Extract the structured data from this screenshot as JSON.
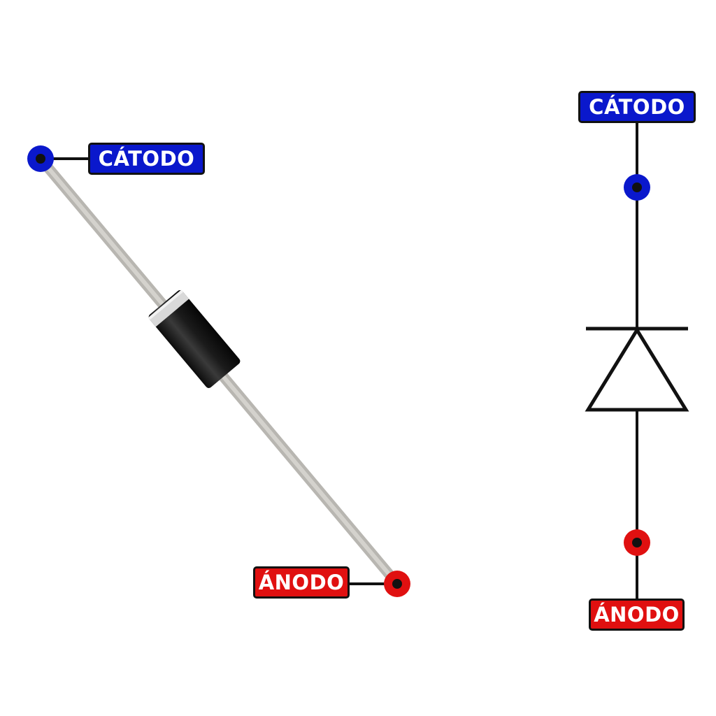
{
  "labels": {
    "physical_cathode": "CÁTODO",
    "physical_anode": "ÁNODO",
    "symbol_cathode": "CÁTODO",
    "symbol_anode": "ÁNODO"
  },
  "colors": {
    "cathode": "#0a18cc",
    "anode": "#e01010",
    "lead_wire": "#c9c7c2",
    "body": "#1c1c1c",
    "cathode_band": "#d9d9d9",
    "outline": "#111111",
    "background": "#ffffff"
  },
  "icons": {
    "left": "diode-component",
    "right": "diode-schematic-symbol"
  }
}
